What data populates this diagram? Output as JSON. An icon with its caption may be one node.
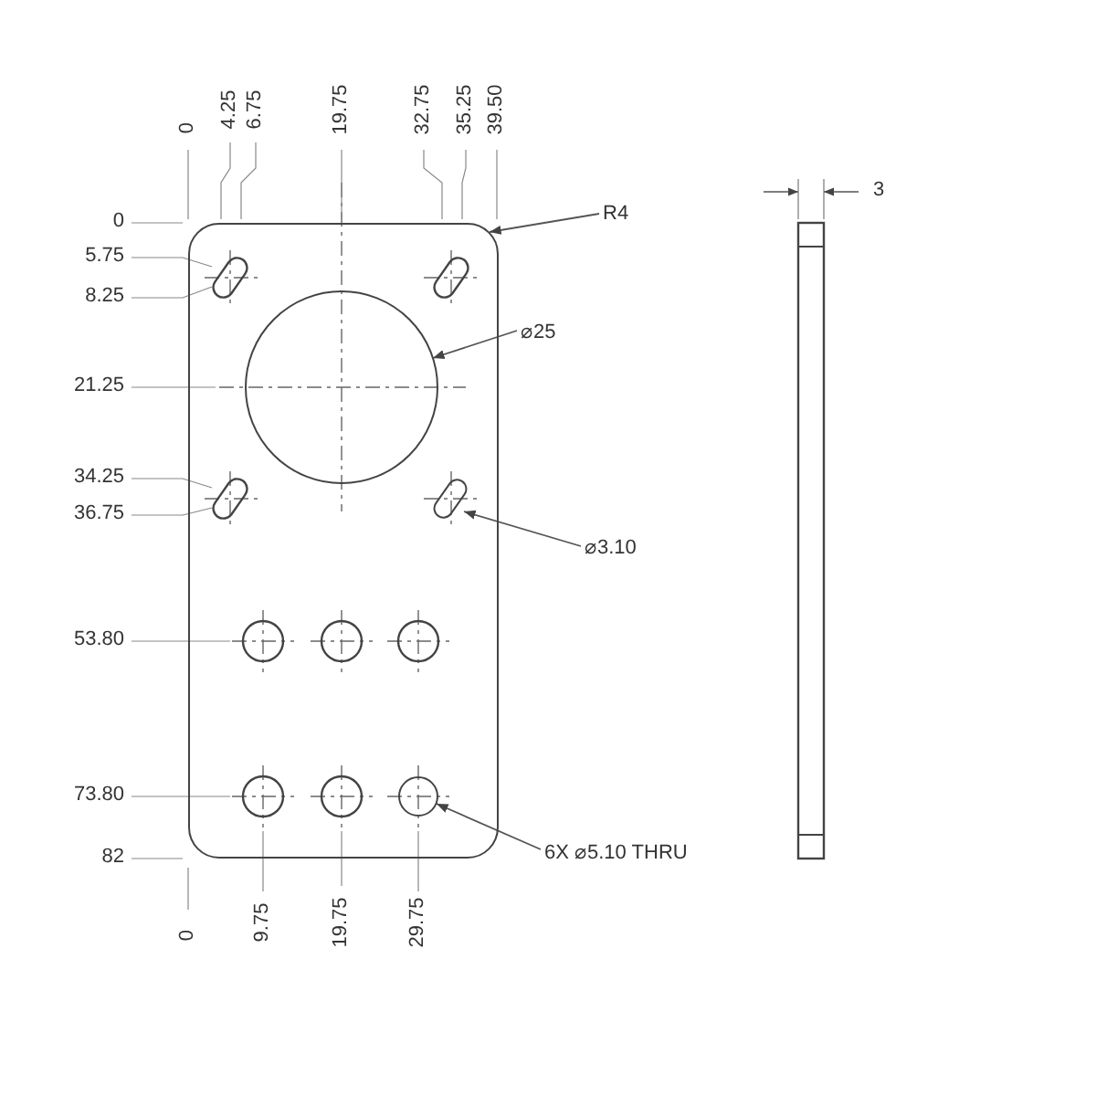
{
  "diagram": {
    "nodes": [
      {
        "text": [],
        "shape": "box"
      },
      {
        "text": [
          "R4"
        ]
      },
      {
        "text": [],
        "shape": "circle",
        "in": 0
      },
      {
        "text": [
          "⌀25"
        ]
      },
      {
        "text": [],
        "shape": "bar",
        "in": 0
      },
      {
        "text": [
          "⌀3.10"
        ]
      },
      {
        "text": [],
        "shape": "circle",
        "in": 0
      },
      {
        "text": [
          "6X ⌀5.10 THRU"
        ]
      }
    ],
    "edges": [
      {
        "from": 1,
        "to": 0,
        "arrow": "to"
      },
      {
        "from": 3,
        "to": 2,
        "arrow": "to"
      },
      {
        "from": 5,
        "to": 4,
        "arrow": "to"
      },
      {
        "from": 7,
        "to": 6,
        "arrow": "to"
      }
    ],
    "labels": [
      "0",
      "4.25",
      "6.75",
      "19.75",
      "32.75",
      "35.25",
      "39.50",
      "3",
      "0",
      "5.75",
      "8.25",
      "21.25",
      "34.25",
      "36.75",
      "53.80",
      "73.80",
      "82",
      "0",
      "9.75",
      "19.75",
      "29.75"
    ]
  }
}
